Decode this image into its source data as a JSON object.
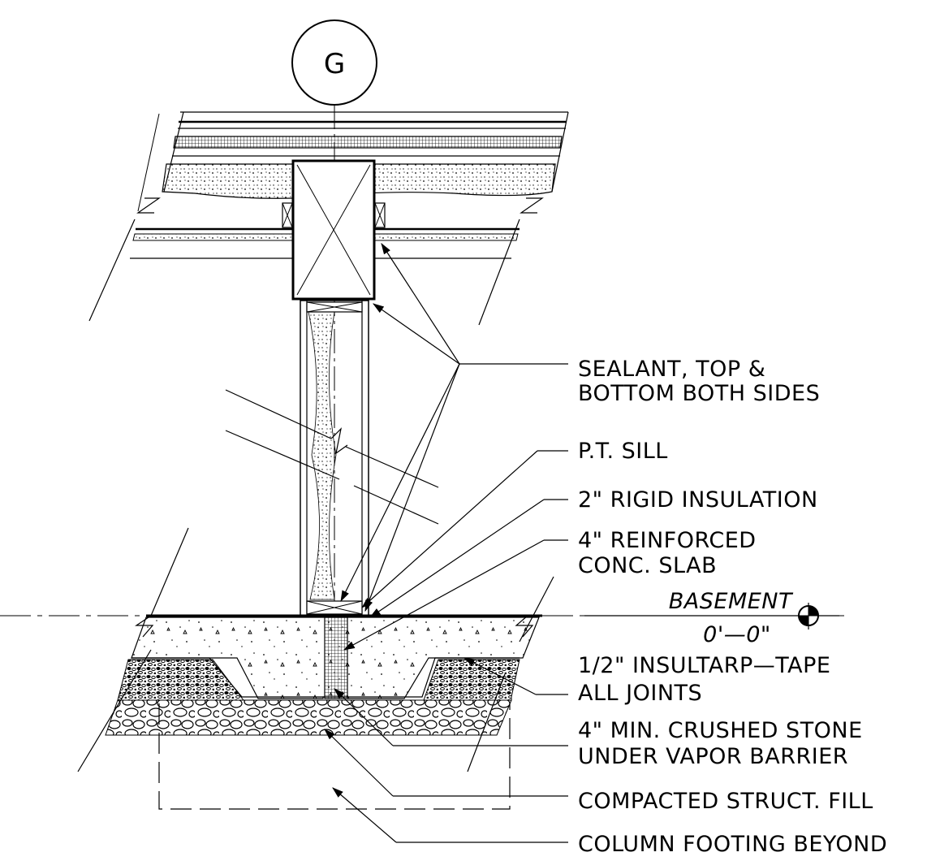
{
  "grid_marker": {
    "label": "G"
  },
  "callouts": {
    "sealant_line1": "SEALANT, TOP &",
    "sealant_line2": "BOTTOM BOTH SIDES",
    "pt_sill": "P.T. SILL",
    "rigid_insulation": "2\" RIGID INSULATION",
    "slab_line1": "4\" REINFORCED",
    "slab_line2": "CONC. SLAB",
    "insultarp_line1": "1/2\" INSULTARP—TAPE",
    "insultarp_line2": "ALL JOINTS",
    "stone_line1": "4\" MIN. CRUSHED STONE",
    "stone_line2": "UNDER VAPOR BARRIER",
    "fill": "COMPACTED STRUCT. FILL",
    "footing": "COLUMN FOOTING BEYOND"
  },
  "elevation": {
    "name": "BASEMENT",
    "value": "0'—0\""
  },
  "colors": {
    "line": "#000000",
    "background": "#ffffff"
  }
}
